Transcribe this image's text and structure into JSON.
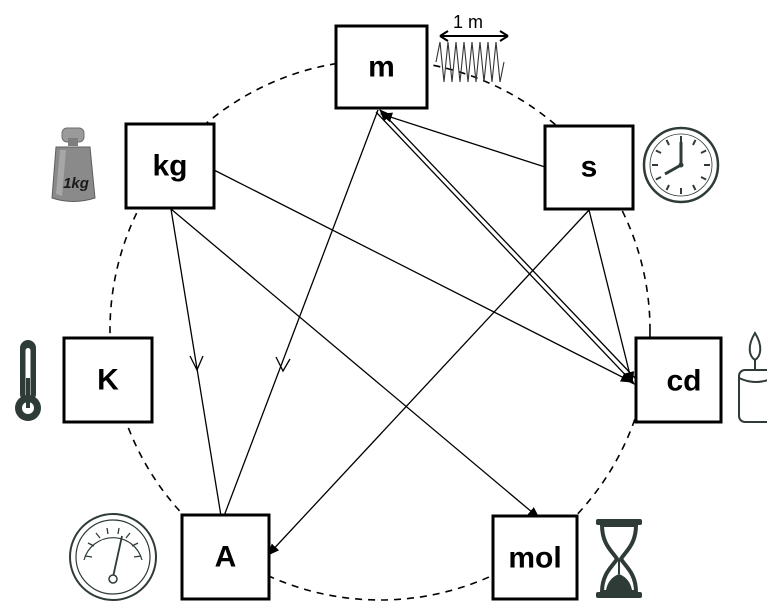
{
  "units": {
    "m": "m",
    "kg": "kg",
    "s": "s",
    "k": "K",
    "cd": "cd",
    "a": "A",
    "mol": "mol"
  },
  "annotations": {
    "meter_length": "1 m",
    "kg_weight": "1kg"
  },
  "icons": {
    "m": "wave-icon",
    "kg": "weight-icon",
    "s": "clock-icon",
    "k": "thermometer-icon",
    "cd": "candle-icon",
    "a": "ammeter-icon",
    "mol": "hourglass-icon"
  },
  "colors": {
    "box_border": "#000000",
    "icon_dark": "#2f3b36",
    "weight_gray": "#8a8a8a"
  }
}
